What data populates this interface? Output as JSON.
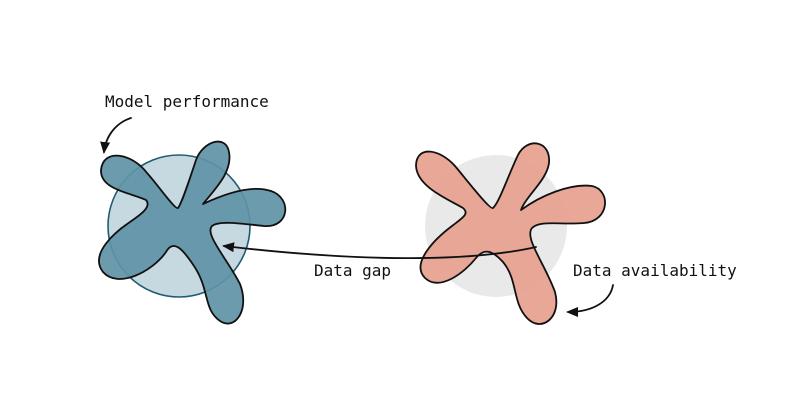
{
  "labels": {
    "model_performance": "Model performance",
    "data_gap": "Data gap",
    "data_availability": "Data availability"
  },
  "colors": {
    "model_blob_fill": "#5f93a6",
    "model_circle_fill": "#c7d9e0",
    "model_circle_stroke": "#1e5c72",
    "data_blob_fill": "#e6a08e",
    "data_circle_fill": "#e9e9e9",
    "outline": "#111111"
  }
}
